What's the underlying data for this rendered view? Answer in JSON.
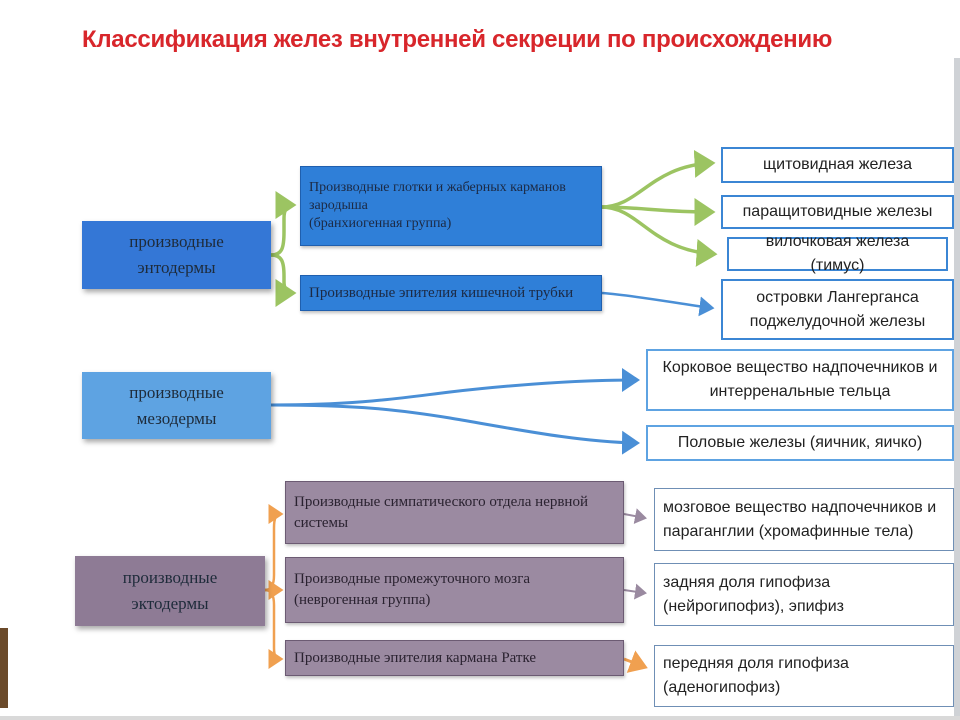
{
  "title": "Классификация желез внутренней секреции по происхождению",
  "colors": {
    "title": "#d8262b",
    "endoderm": "#3477d6",
    "mesoderm": "#5ea3e2",
    "ectoderm": "#8e7b95",
    "green_arrow": "#9cc462",
    "blue_arrow": "#4a8fd6",
    "orange_arrow": "#f0a050",
    "gray_arrow": "#9a8aa0"
  },
  "endoderm": {
    "root": "производные\nэнтодермы",
    "branchio_group": "Производные глотки и жаберных карманов\nзародыша\n(бранхиогенная группа)",
    "intestinal_group": "Производные эпителия кишечной трубки",
    "thyroid": "щитовидная железа",
    "parathyroid": "паращитовидные железы",
    "thymus": "вилочковая железа (тимус)",
    "islets": "островки Лангерганса\nподжелудочной железы"
  },
  "mesoderm": {
    "root": "производные\nмезодермы",
    "adrenal_cortex": "Корковое вещество надпочечников и\nинтерренальные тельца",
    "gonads": "Половые железы (яичник, яичко)"
  },
  "ectoderm": {
    "root": "производные\nэктодермы",
    "sympathetic_group": "Производные симпатического отдела нервной\nсистемы",
    "diencephalon_group": "Производные промежуточного мозга\n(неврогенная группа)",
    "rathke_group": "Производные эпителия кармана Ратке",
    "adrenal_medulla": "мозговое вещество надпочечников и\nпараганглии (хромафинные тела)",
    "posterior_pituitary": "задняя доля гипофиза\n(нейрогипофиз), эпифиз",
    "anterior_pituitary": "передняя доля гипофиза\n(аденогипофиз)"
  }
}
